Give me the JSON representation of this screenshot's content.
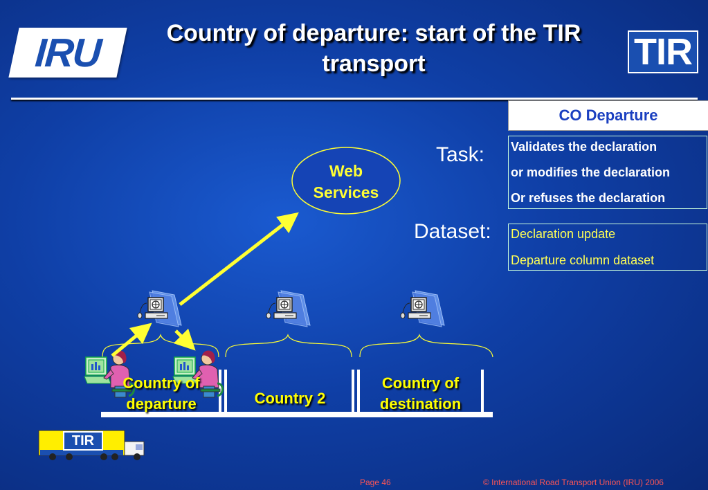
{
  "header": {
    "title_line1": "Country of departure: start of the TIR",
    "title_line2": "transport",
    "logo_left_text": "IRU",
    "logo_right_text": "TIR"
  },
  "panel": {
    "header": "CO Departure",
    "task_label": "Task:",
    "task_items": [
      "Validates the declaration",
      "or modifies the declaration",
      "Or refuses the declaration"
    ],
    "dataset_label": "Dataset:",
    "dataset_items": [
      "Declaration update",
      "Departure column dataset"
    ]
  },
  "diagram": {
    "web_services_line1": "Web",
    "web_services_line2": "Services",
    "countries": [
      {
        "line1": "Country of",
        "line2": "departure"
      },
      {
        "line1": "Country 2",
        "line2": ""
      },
      {
        "line1": "Country of",
        "line2": "destination"
      }
    ],
    "truck_text": "TIR"
  },
  "footer": {
    "page": "Page 46",
    "copyright": "© International Road Transport Union (IRU) 2006"
  },
  "colors": {
    "background": "#0f3fa6",
    "highlight": "#ffff00",
    "panel_title": "#1a3fc0",
    "footer": "#ff5555"
  }
}
